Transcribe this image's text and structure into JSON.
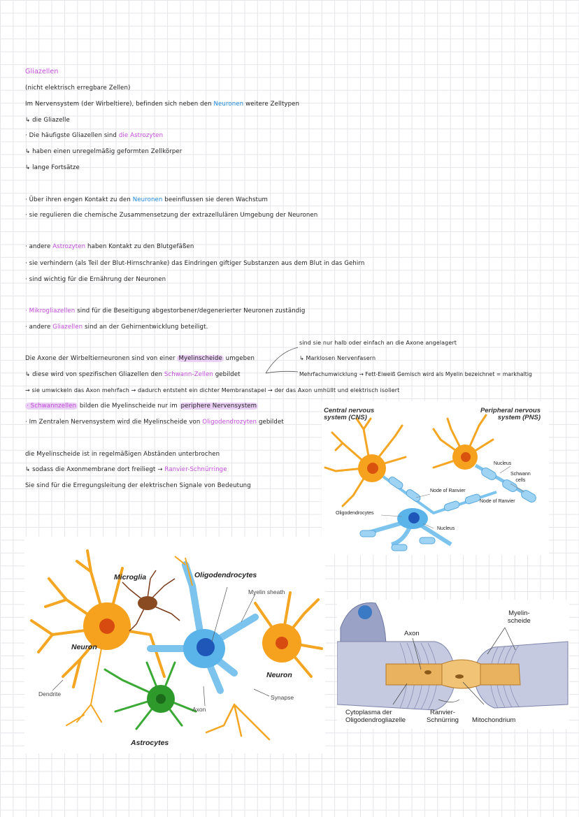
{
  "notes": {
    "heading": "Gliazellen",
    "l1": "(nicht elektrisch erregbare Zellen)",
    "l2a": "Im Nervensystem (der Wirbeltiere), befinden sich neben den ",
    "l2b": "Neuronen",
    "l2c": " weitere Zelltypen",
    "l3": "↳ die Gliazelle",
    "l4a": "· Die häufigste Gliazellen sind ",
    "l4b": "die Astrozyten",
    "l5": "↳ haben einen unregelmäßig geformten Zellkörper",
    "l6": "↳ lange Fortsätze",
    "l7a": "· Über ihren engen Kontakt zu den ",
    "l7b": "Neuronen",
    "l7c": " beeinflussen sie deren Wachstum",
    "l8": "· sie regulieren die chemische Zusammensetzung der extrazellulären Umgebung der Neuronen",
    "l9a": "· andere ",
    "l9b": "Astrozyten",
    "l9c": " haben Kontakt zu den Blutgefäßen",
    "l10": "· sie verhindern (als Teil der Blut-Hirnschranke) das Eindringen giftiger Substanzen aus dem Blut in das Gehirn",
    "l11": "· sind wichtig für die Ernährung der Neuronen",
    "l12a": "· Mikrogliazellen",
    "l12b": " sind für die Beseitigung abgestorbener/degenerierter Neuronen zuständig",
    "l13a": "· andere ",
    "l13b": "Gliazellen",
    "l13c": " sind an der Gehirnentwicklung beteiligt.",
    "side1": "sind sie nur halb oder einfach an die Axone angelagert",
    "l14a": "Die Axone der Wirbeltierneuronen sind von einer ",
    "l14b": "Myelinscheide",
    "l14c": " umgeben",
    "side2": "↳ Marklosen Nervenfasern",
    "l15a": "↳ diese wird von spezifischen Gliazellen den ",
    "l15b": "Schwann-Zellen",
    "l15c": " gebildet",
    "side3": "Mehrfachumwicklung → Fett-Eiweiß Gemisch wird als Myelin bezeichnet = markhaltig",
    "l16": "→ sie umwickeln das Axon mehrfach → dadurch entsteht ein dichter Membranstapel → der das Axon umhüllt und elektrisch isoliert",
    "l17a": "· Schwannzellen",
    "l17b": " bilden die Myelinscheide nur im ",
    "l17c": "periphere Nervensystem",
    "l18a": "· Im Zentralen Nervensystem wird die Myelinscheide von ",
    "l18b": "Oligodendrozyten",
    "l18c": " gebildet",
    "l19": "die Myelinscheide ist in regelmäßigen Abständen unterbrochen",
    "l20a": "↳ sodass die Axonmembrane dort freiliegt → ",
    "l20b": "Ranvier-Schnürringe",
    "l21": "Sie sind für die Erregungsleitung der elektrischen Signale von Bedeutung"
  },
  "figure_cns_pns": {
    "cns_title_1": "Central nervous",
    "cns_title_2": "system (CNS)",
    "pns_title_1": "Peripheral nervous",
    "pns_title_2": "system (PNS)",
    "nucleus_top": "Nucleus",
    "schwann_1": "Schwann",
    "schwann_2": "cells",
    "node_left": "Node of Ranvier",
    "node_right": "Node of Ranvier",
    "oligo": "Oligodendrocytes",
    "nucleus_bottom": "Nucleus"
  },
  "figure_glia": {
    "microglia": "Microglia",
    "oligodendrocytes": "Oligodendrocytes",
    "myelin_sheath": "Myelin sheath",
    "neuron_left": "Neuron",
    "neuron_right": "Neuron",
    "dendrite": "Dendrite",
    "axon": "Axon",
    "synapse": "Synapse",
    "astrocytes": "Astrocytes"
  },
  "figure_ranvier": {
    "axon": "Axon",
    "myelin_1": "Myelin-",
    "myelin_2": "scheide",
    "cyto_1": "Cytoplasma der",
    "cyto_2": "Oligodendrogliazelle",
    "ranvier_1": "Ranvier-",
    "ranvier_2": "Schnürring",
    "mito": "Mitochondrium"
  },
  "colors": {
    "pink": "#c04ad8",
    "blue": "#1e86d8",
    "neuron_orange": "#f4a623",
    "glia_blue": "#7cc3ee",
    "astro_green": "#3aaa35",
    "micro_brown": "#8a4a22"
  }
}
